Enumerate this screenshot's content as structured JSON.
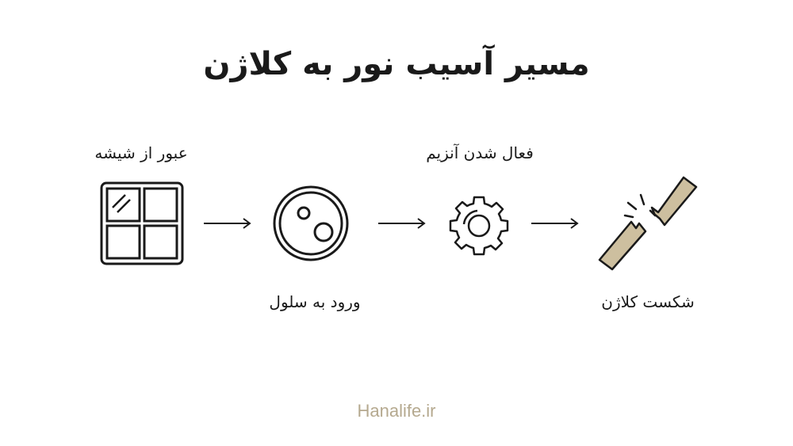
{
  "title": "مسیر آسیب نور به کلاژن",
  "steps": [
    {
      "label": "عبور از شیشه",
      "icon": "window-icon"
    },
    {
      "label": "ورود به سلول",
      "icon": "cell-icon"
    },
    {
      "label": "فعال شدن آنزیم",
      "icon": "gear-icon"
    },
    {
      "label": "شکست کلاژن",
      "icon": "broken-fiber-icon"
    }
  ],
  "watermark": "Hanalife.ir",
  "colors": {
    "stroke": "#1a1a1a",
    "fiber_fill": "#cdbf9f",
    "watermark": "#b5a98f"
  }
}
